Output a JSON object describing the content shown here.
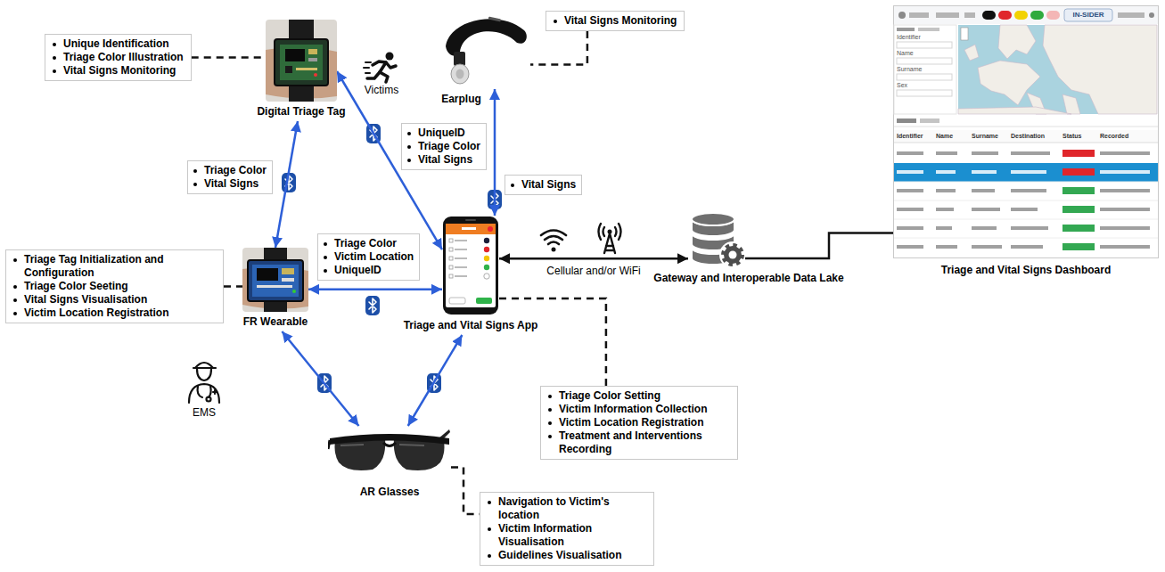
{
  "diagram": {
    "nodes": [
      {
        "text": [
          "Unique Identification",
          "Triage Color Illustration",
          "Vital Signs Monitoring"
        ]
      },
      {
        "text": [
          "Digital Triage Tag"
        ]
      },
      {
        "text": [
          "Earplug"
        ]
      },
      {
        "text": [
          "Vital Signs Monitoring"
        ]
      },
      {
        "text": [
          "Triage Tag Initialization and Configuration",
          "Triage Color Seeting",
          "Vital Signs Visualisation",
          "Victim Location Registration"
        ]
      },
      {
        "text": [
          "FR Wearable"
        ]
      },
      {
        "text": [
          "Triage and Vital Signs App"
        ]
      },
      {
        "text": [
          "Gateway and Interoperable Data Lake"
        ]
      },
      {
        "text": [
          "Triage and Vital Signs Dashboard"
        ]
      },
      {
        "text": [
          "Triage Color Setting",
          "Victim Information Collection",
          "Victim Location Registration",
          "Treatment and Interventions Recording"
        ]
      },
      {
        "text": [
          "AR Glasses"
        ]
      },
      {
        "text": [
          "Navigation to Victim's location",
          "Victim Information Visualisation",
          "Guidelines Visualisation"
        ]
      }
    ],
    "edges": [
      {
        "from": 0,
        "to": 1,
        "arrow": "none"
      },
      {
        "from": 3,
        "to": 2,
        "arrow": "none"
      },
      {
        "from": 1,
        "to": 5,
        "arrow": "both"
      },
      {
        "from": 1,
        "to": 6,
        "arrow": "both"
      },
      {
        "from": 2,
        "to": 6,
        "arrow": "both"
      },
      {
        "from": 5,
        "to": 6,
        "arrow": "both"
      },
      {
        "from": 6,
        "to": 7,
        "arrow": "both",
        "label": "Cellular and/or WiFi"
      },
      {
        "from": 7,
        "to": 8,
        "arrow": "none"
      },
      {
        "from": 4,
        "to": 5,
        "arrow": "none"
      },
      {
        "from": 6,
        "to": 9,
        "arrow": "none"
      },
      {
        "from": 5,
        "to": 10,
        "arrow": "both"
      },
      {
        "from": 6,
        "to": 10,
        "arrow": "both"
      },
      {
        "from": 10,
        "to": 11,
        "arrow": "none"
      }
    ],
    "labels": [
      "Victims",
      "EMS",
      "Triage Color",
      "Vital Signs",
      "UniqueID",
      "Triage Color",
      "Vital Signs",
      "Vital Signs",
      "Triage Color",
      "Victim Location",
      "UniqueID",
      "IN-SIDER",
      "Identifier",
      "Name",
      "Surname",
      "Sex",
      "Identifier",
      "Name",
      "Surname",
      "Destination",
      "Status",
      "Recorded"
    ]
  }
}
